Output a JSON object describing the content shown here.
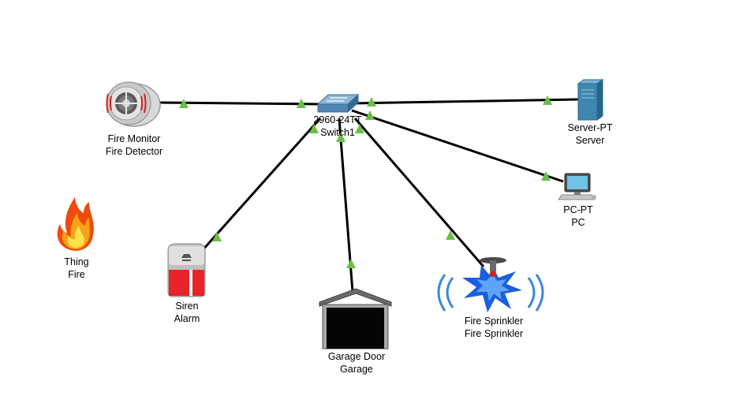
{
  "devices": {
    "fire_monitor": {
      "model": "Fire Monitor",
      "name": "Fire Detector"
    },
    "switch": {
      "model": "2960-24TT",
      "name": "Switch1"
    },
    "server": {
      "model": "Server-PT",
      "name": "Server"
    },
    "pc": {
      "model": "PC-PT",
      "name": "PC"
    },
    "fire": {
      "model": "Thing",
      "name": "Fire"
    },
    "siren": {
      "model": "Siren",
      "name": "Alarm"
    },
    "garage": {
      "model": "Garage Door",
      "name": "Garage"
    },
    "sprinkler": {
      "model": "Fire Sprinkler",
      "name": "Fire Sprinkler"
    }
  },
  "colors": {
    "link": "#000000",
    "link_up": "#6abf45",
    "switch_body": "#5a8fb8",
    "server_body": "#3d87b0"
  }
}
